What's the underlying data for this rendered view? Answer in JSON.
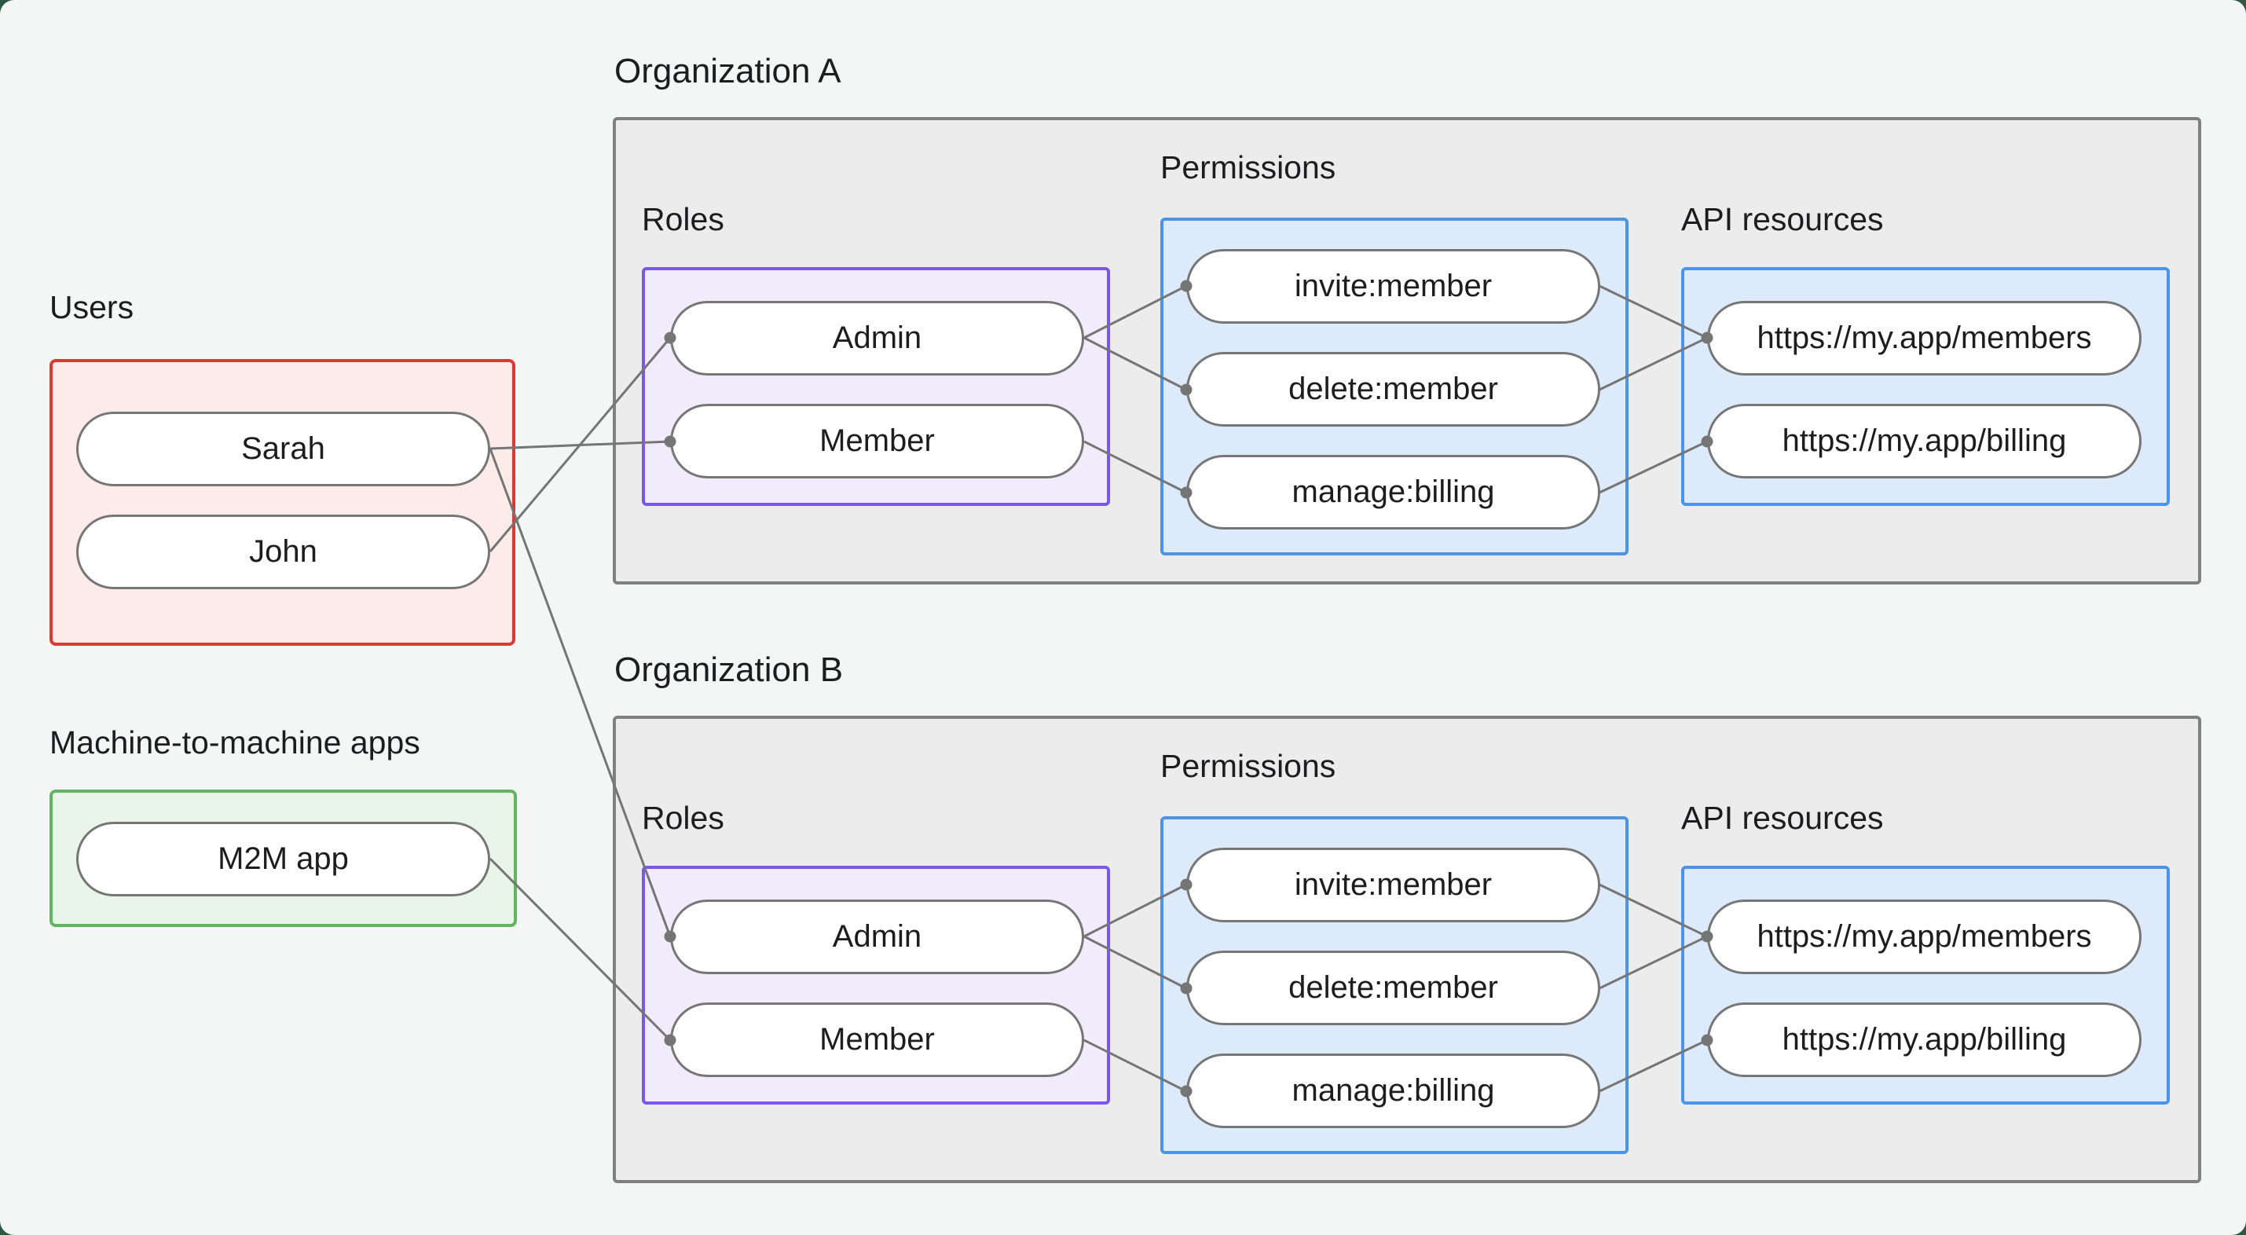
{
  "frame": {
    "background": "#2e5741",
    "canvas_background": "#f4f6f5"
  },
  "palette": {
    "org_box_border": "#7f8080",
    "org_box_fill": "#ececec",
    "users_border": "#d93a35",
    "users_fill": "#fcebe9",
    "m2m_border": "#62b462",
    "m2m_fill": "#e9f5e9",
    "roles_border": "#7a55f0",
    "roles_fill": "#f1ecfc",
    "blue_border": "#4a94ec",
    "blue_fill": "#ddeafa",
    "pill_border": "#767676",
    "pill_fill": "#ffffff",
    "connector": "#757575",
    "text": "#1d1d1f"
  },
  "users_section": {
    "label": "Users",
    "users": [
      "Sarah",
      "John"
    ]
  },
  "m2m_section": {
    "label": "Machine-to-machine apps",
    "apps": [
      "M2M app"
    ]
  },
  "org_a": {
    "title": "Organization A",
    "roles_label": "Roles",
    "permissions_label": "Permissions",
    "api_label": "API resources",
    "roles": [
      "Admin",
      "Member"
    ],
    "permissions": [
      "invite:member",
      "delete:member",
      "manage:billing"
    ],
    "api_resources": [
      "https://my.app/members",
      "https://my.app/billing"
    ]
  },
  "org_b": {
    "title": "Organization B",
    "roles_label": "Roles",
    "permissions_label": "Permissions",
    "api_label": "API resources",
    "roles": [
      "Admin",
      "Member"
    ],
    "permissions": [
      "invite:member",
      "delete:member",
      "manage:billing"
    ],
    "api_resources": [
      "https://my.app/members",
      "https://my.app/billing"
    ]
  },
  "connections": [
    {
      "from": "Sarah",
      "to": "Organization A / Member"
    },
    {
      "from": "John",
      "to": "Organization A / Admin"
    },
    {
      "from": "Sarah",
      "to": "Organization B / Admin"
    },
    {
      "from": "M2M app",
      "to": "Organization B / Member"
    },
    {
      "from": "Organization A / Admin",
      "to": "Organization A / invite:member"
    },
    {
      "from": "Organization A / Admin",
      "to": "Organization A / delete:member"
    },
    {
      "from": "Organization A / Member",
      "to": "Organization A / manage:billing"
    },
    {
      "from": "Organization A / invite:member",
      "to": "Organization A / https://my.app/members"
    },
    {
      "from": "Organization A / delete:member",
      "to": "Organization A / https://my.app/members"
    },
    {
      "from": "Organization A / manage:billing",
      "to": "Organization A / https://my.app/billing"
    },
    {
      "from": "Organization B / Admin",
      "to": "Organization B / invite:member"
    },
    {
      "from": "Organization B / Admin",
      "to": "Organization B / delete:member"
    },
    {
      "from": "Organization B / Member",
      "to": "Organization B / manage:billing"
    },
    {
      "from": "Organization B / invite:member",
      "to": "Organization B / https://my.app/members"
    },
    {
      "from": "Organization B / delete:member",
      "to": "Organization B / https://my.app/members"
    },
    {
      "from": "Organization B / manage:billing",
      "to": "Organization B / https://my.app/billing"
    }
  ]
}
